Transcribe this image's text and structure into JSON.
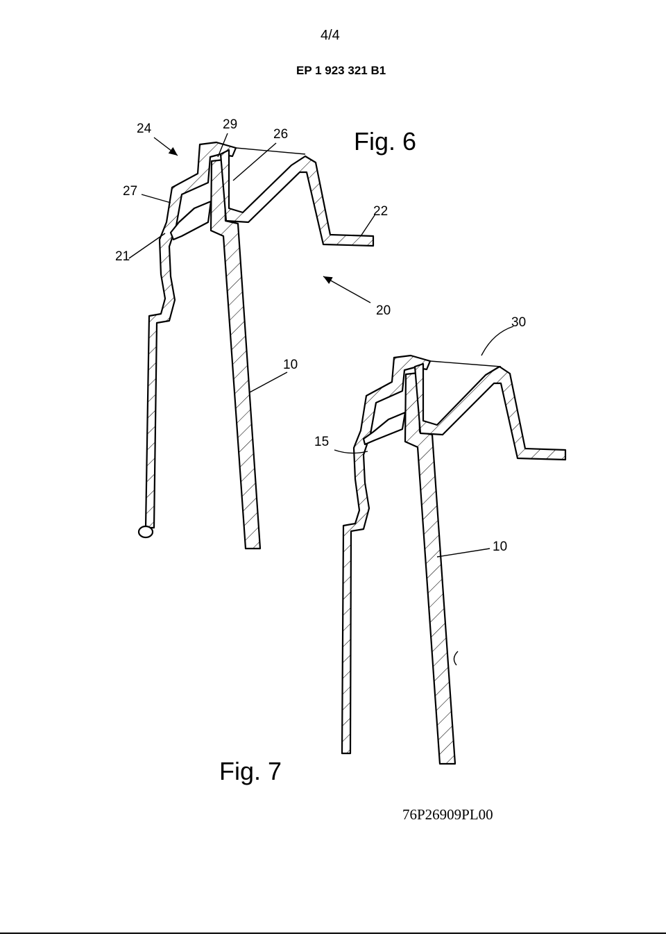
{
  "header": {
    "page_number": "4/4",
    "patent_number": "EP 1 923 321 B1"
  },
  "figures": {
    "fig6": {
      "title": "Fig. 6",
      "labels": [
        "24",
        "29",
        "26",
        "27",
        "22",
        "21",
        "20"
      ]
    },
    "fig7": {
      "title": "Fig. 7",
      "labels": [
        "30",
        "15",
        "10"
      ]
    },
    "shared_label": "10"
  },
  "footer": {
    "document_code": "76P26909PL00"
  },
  "colors": {
    "ink": "#000000",
    "paper": "#ffffff"
  }
}
